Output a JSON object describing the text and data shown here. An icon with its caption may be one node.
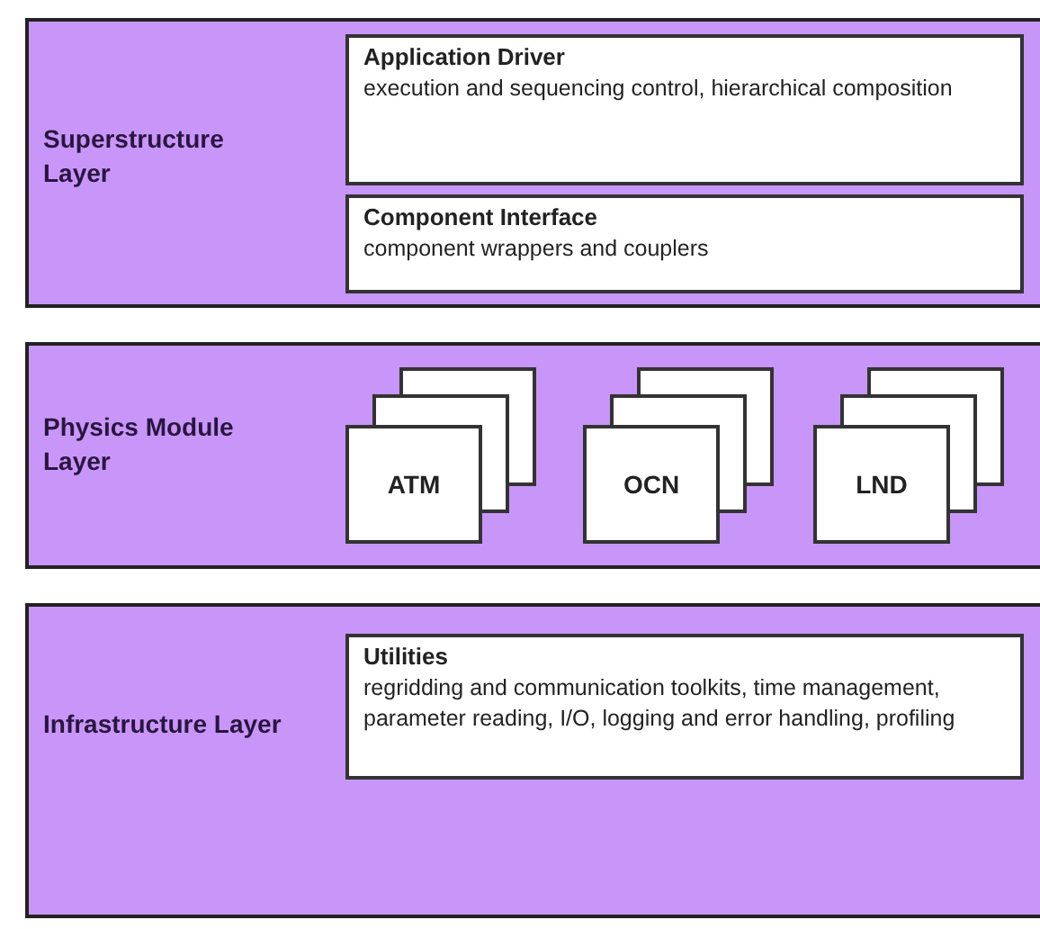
{
  "diagram": {
    "nodes": [
      {
        "text": [
          "Superstructure Layer"
        ]
      },
      {
        "text": [
          "Application Driver",
          "execution and sequencing control, hierarchical composition"
        ],
        "in": 0
      },
      {
        "text": [
          "Component Interface",
          "component wrappers and couplers"
        ],
        "in": 0
      },
      {
        "text": [
          "Physics Module Layer"
        ]
      },
      {
        "text": [
          "ATM"
        ],
        "in": 3
      },
      {
        "text": [
          "OCN"
        ],
        "in": 3
      },
      {
        "text": [
          "LND"
        ],
        "in": 3
      },
      {
        "text": [
          "Infrastructure Layer"
        ]
      },
      {
        "text": [
          "Utilities",
          "regridding and communication toolkits, time management, parameter reading, I/O, logging and error handling, profiling"
        ],
        "in": 7
      }
    ]
  }
}
